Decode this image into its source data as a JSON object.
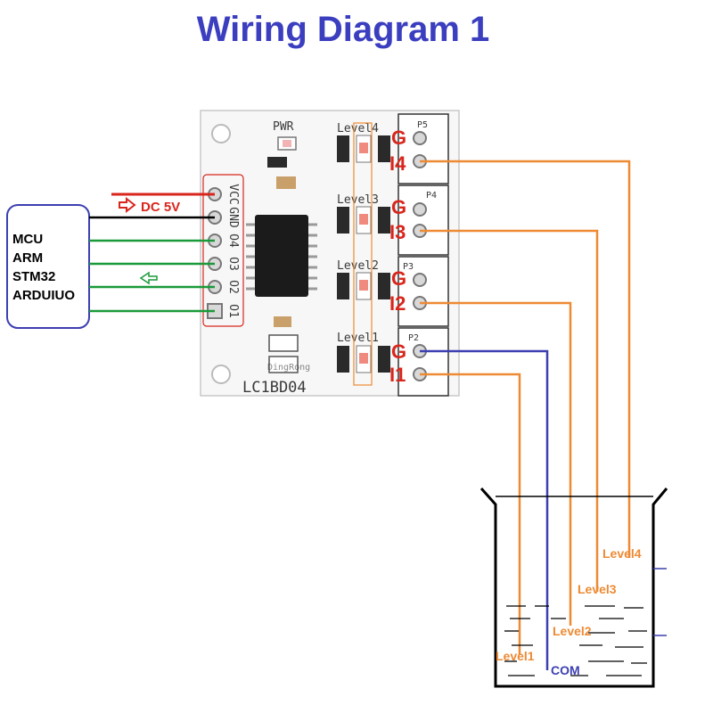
{
  "title": "Wiring Diagram 1",
  "board": {
    "name": "LC1BD04",
    "pwr_label": "PWR",
    "watermark": "DingRong",
    "left_header": [
      "VCC",
      "GND",
      "O4",
      "O3",
      "O2",
      "O1"
    ],
    "level_labels": [
      "Level4",
      "Level3",
      "Level2",
      "Level1"
    ],
    "port_labels": [
      "P5",
      "P4",
      "P3",
      "P2"
    ],
    "pin_labels": {
      "g": "G",
      "i4": "I4",
      "i3": "I3",
      "i2": "I2",
      "i1": "I1"
    }
  },
  "power": {
    "label": "DC 5V"
  },
  "mcu": {
    "lines": [
      "MCU",
      "ARM",
      "STM32",
      "ARDUIUO"
    ]
  },
  "tank": {
    "probe_labels": [
      "Level4",
      "Level3",
      "Level2",
      "Level1"
    ],
    "com_label": "COM"
  },
  "colors": {
    "title": "#3b3fbf",
    "power_wire": "#d9261c",
    "gnd_wire": "#000000",
    "signal_wire": "#1a9a3a",
    "probe_wire": "#ee8a33",
    "com_wire": "#3c3fb0",
    "pin_label": "#d9261c",
    "level_text": "#ee8a33",
    "pcb": "#f7f7f7",
    "ic": "#1b1b1b"
  }
}
